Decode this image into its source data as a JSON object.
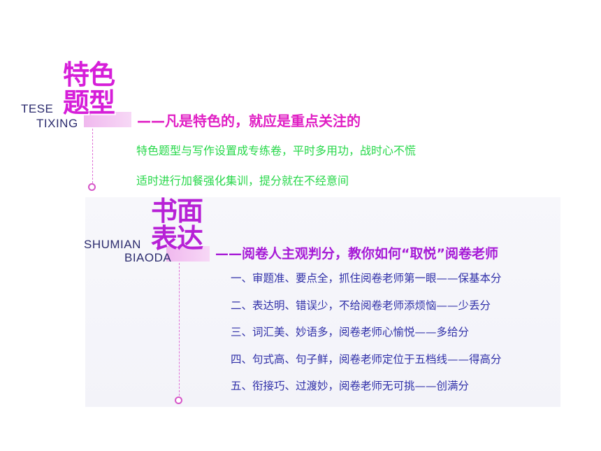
{
  "section_special": {
    "title_line1": "特色",
    "title_line2": "题型",
    "en_line1": "TESE",
    "en_line2": "TIXING",
    "subtitle": "——凡是特色的，就应是重点关注的",
    "lines": [
      "特色题型与写作设置成专练卷，平时多用功，战时心不慌",
      "适时进行加餐强化集训，提分就在不经意间"
    ]
  },
  "section_writing": {
    "title_line1": "书面",
    "title_line2": "表达",
    "en_line1": "SHUMIAN",
    "en_line2": "BIAODA",
    "subtitle": "——阅卷人主观判分，教你如何“取悦”阅卷老师",
    "items": [
      "一、审题准、要点全，抓住阅卷老师第一眼——保基本分",
      "二、表达明、错误少，不给阅卷老师添烦恼——少丢分",
      "三、词汇美、妙语多，阅卷老师心愉悦——多给分",
      "四、句式高、句子鲜，阅卷老师定位于五档线——得高分",
      "五、衔接巧、过渡妙，阅卷老师无可挑——创满分"
    ]
  },
  "colors": {
    "magenta": "#d61ed9",
    "purple": "#b721d6",
    "green": "#27d84a",
    "navy": "#2f2fa8",
    "pink_bar": "#f0b8ee"
  }
}
